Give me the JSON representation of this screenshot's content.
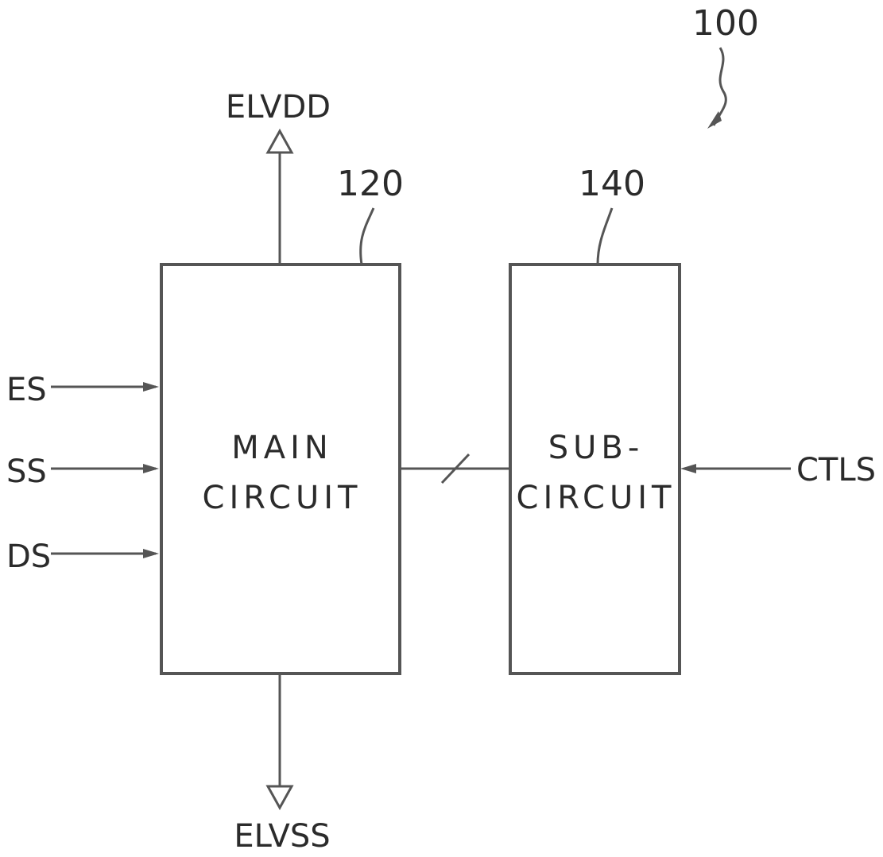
{
  "figure": {
    "ref_system": "100",
    "ref_main": "120",
    "ref_sub": "140"
  },
  "main_block": {
    "line1": "MAIN",
    "line2": "CIRCUIT"
  },
  "sub_block": {
    "line1": "SUB-",
    "line2": "CIRCUIT"
  },
  "signals": {
    "top_output": "ELVDD",
    "bottom_output": "ELVSS",
    "input_1": "ES",
    "input_2": "SS",
    "input_3": "DS",
    "control_input": "CTLS"
  },
  "colors": {
    "line": "#555555",
    "text": "#2b2b2b",
    "background": "#ffffff"
  }
}
